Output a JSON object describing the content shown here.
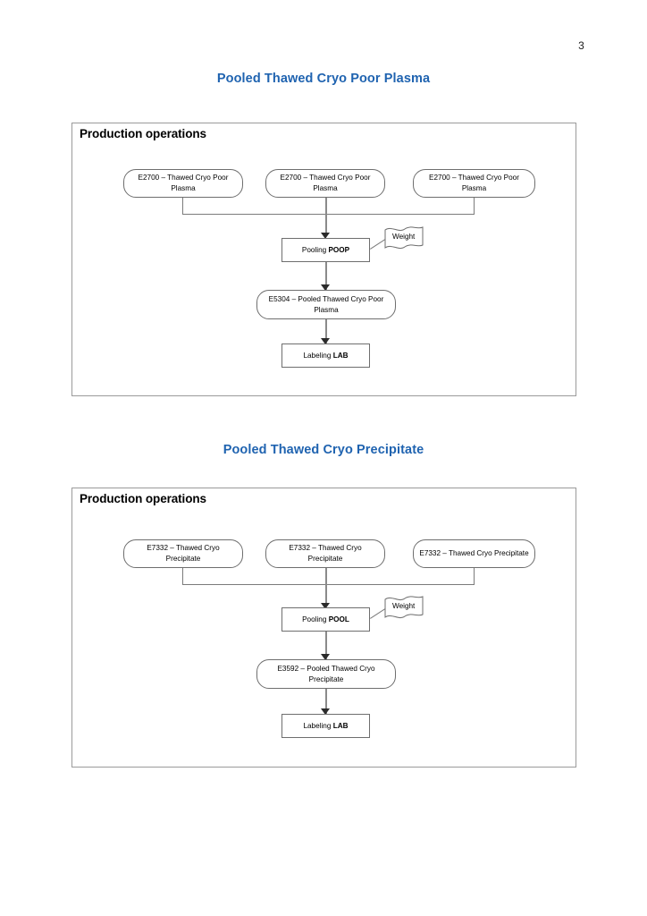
{
  "document": {
    "page_number": "3"
  },
  "sections": [
    {
      "title": "Pooled Thawed Cryo Poor Plasma",
      "frame_label": "Production operations",
      "sources": [
        {
          "code": "E2700",
          "name": "Thawed Cryo Poor Plasma",
          "label": "E2700 – Thawed Cryo Poor Plasma"
        },
        {
          "code": "E2700",
          "name": "Thawed Cryo Poor Plasma",
          "label": "E2700 – Thawed Cryo Poor Plasma"
        },
        {
          "code": "E2700",
          "name": "Thawed Cryo Poor Plasma",
          "label": "E2700 – Thawed Cryo Poor Plasma"
        }
      ],
      "pooling": {
        "operation": "Pooling",
        "code": "POOP",
        "annotation": "Weight"
      },
      "product": {
        "code": "E5304",
        "name": "Pooled Thawed Cryo Poor Plasma",
        "label": "E5304 – Pooled Thawed Cryo Poor Plasma"
      },
      "labeling": {
        "operation": "Labeling",
        "code": "LAB"
      }
    },
    {
      "title": "Pooled Thawed Cryo Precipitate",
      "frame_label": "Production operations",
      "sources": [
        {
          "code": "E7332",
          "name": "Thawed Cryo Precipitate",
          "label": "E7332 – Thawed Cryo Precipitate"
        },
        {
          "code": "E7332",
          "name": "Thawed Cryo Precipitate",
          "label": "E7332 – Thawed Cryo Precipitate"
        },
        {
          "code": "E7332",
          "name": "Thawed Cryo Precipitate",
          "label": "E7332 – Thawed Cryo Precipitate"
        }
      ],
      "pooling": {
        "operation": "Pooling",
        "code": "POOL",
        "annotation": "Weight"
      },
      "product": {
        "code": "E3592",
        "name": "Pooled Thawed Cryo Precipitate",
        "label": "E3592 – Pooled Thawed Cryo Precipitate"
      },
      "labeling": {
        "operation": "Labeling",
        "code": "LAB"
      }
    }
  ],
  "colors": {
    "title_blue": "#1F63B0",
    "node_border": "#6e6e6e",
    "frame_border": "#9a9a9a",
    "connector": "#7b7b7b"
  }
}
